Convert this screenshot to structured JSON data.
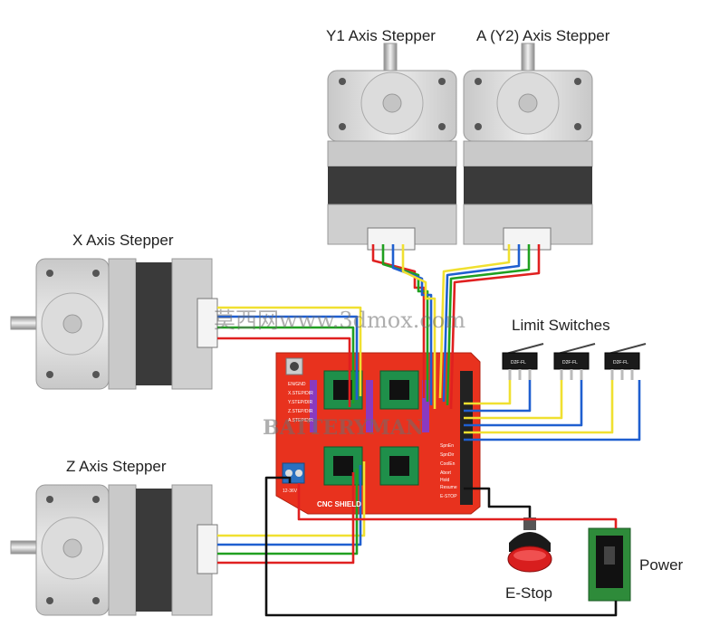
{
  "labels": {
    "y1": "Y1 Axis Stepper",
    "a_y2": "A (Y2) Axis Stepper",
    "x": "X Axis Stepper",
    "z": "Z Axis Stepper",
    "limit": "Limit Switches",
    "estop": "E-Stop",
    "power": "Power"
  },
  "board": {
    "title": "CNC SHIELD",
    "pin_labels": [
      "EN/GND",
      "X.STEP/DIR",
      "Y.STEP/DIR",
      "Z.STEP/DIR",
      "A.STEP/DIR"
    ],
    "right_labels": [
      "SpnEn",
      "SpnDir",
      "CoolEn",
      "Abort",
      "Hold",
      "Resume",
      "E-STOP"
    ],
    "power_label": "12-36V"
  },
  "switch_text": "D2F-FL",
  "watermarks": {
    "site": "莫西网www.3dmox.com",
    "brand": "BATTERYMAN"
  },
  "colors": {
    "wire_red": "#e02020",
    "wire_green": "#20a020",
    "wire_blue": "#1f5fd0",
    "wire_yellow": "#f0e030",
    "wire_black": "#111111",
    "board": "#e8321e",
    "motor_light": "#d9d9d9",
    "motor_dark": "#3a3a3a",
    "driver": "#1f8f4a",
    "power_board": "#2e8b3a"
  }
}
